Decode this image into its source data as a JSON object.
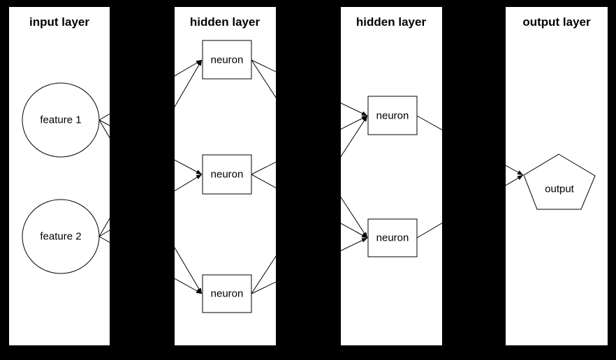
{
  "diagram": {
    "type": "neural-network",
    "background_color": "#000000",
    "panel_color": "#ffffff",
    "line_color": "#000000",
    "text_color": "#000000"
  },
  "layers": [
    {
      "id": "input",
      "title": "input layer",
      "nodes": [
        {
          "id": "feature1",
          "shape": "ellipse",
          "label": "feature 1"
        },
        {
          "id": "feature2",
          "shape": "ellipse",
          "label": "feature 2"
        }
      ]
    },
    {
      "id": "hidden1",
      "title": "hidden layer",
      "nodes": [
        {
          "id": "h1n1",
          "shape": "box",
          "label": "neuron"
        },
        {
          "id": "h1n2",
          "shape": "box",
          "label": "neuron"
        },
        {
          "id": "h1n3",
          "shape": "box",
          "label": "neuron"
        }
      ]
    },
    {
      "id": "hidden2",
      "title": "hidden layer",
      "nodes": [
        {
          "id": "h2n1",
          "shape": "box",
          "label": "neuron"
        },
        {
          "id": "h2n2",
          "shape": "box",
          "label": "neuron"
        }
      ]
    },
    {
      "id": "output",
      "title": "output layer",
      "nodes": [
        {
          "id": "out1",
          "shape": "pentagon",
          "label": "output"
        }
      ]
    }
  ],
  "edges": [
    {
      "from": "feature1",
      "to": "h1n1"
    },
    {
      "from": "feature1",
      "to": "h1n2"
    },
    {
      "from": "feature1",
      "to": "h1n3"
    },
    {
      "from": "feature2",
      "to": "h1n1"
    },
    {
      "from": "feature2",
      "to": "h1n2"
    },
    {
      "from": "feature2",
      "to": "h1n3"
    },
    {
      "from": "h1n1",
      "to": "h2n1"
    },
    {
      "from": "h1n1",
      "to": "h2n2"
    },
    {
      "from": "h1n2",
      "to": "h2n1"
    },
    {
      "from": "h1n2",
      "to": "h2n2"
    },
    {
      "from": "h1n3",
      "to": "h2n1"
    },
    {
      "from": "h1n3",
      "to": "h2n2"
    },
    {
      "from": "h2n1",
      "to": "out1"
    },
    {
      "from": "h2n2",
      "to": "out1"
    }
  ]
}
